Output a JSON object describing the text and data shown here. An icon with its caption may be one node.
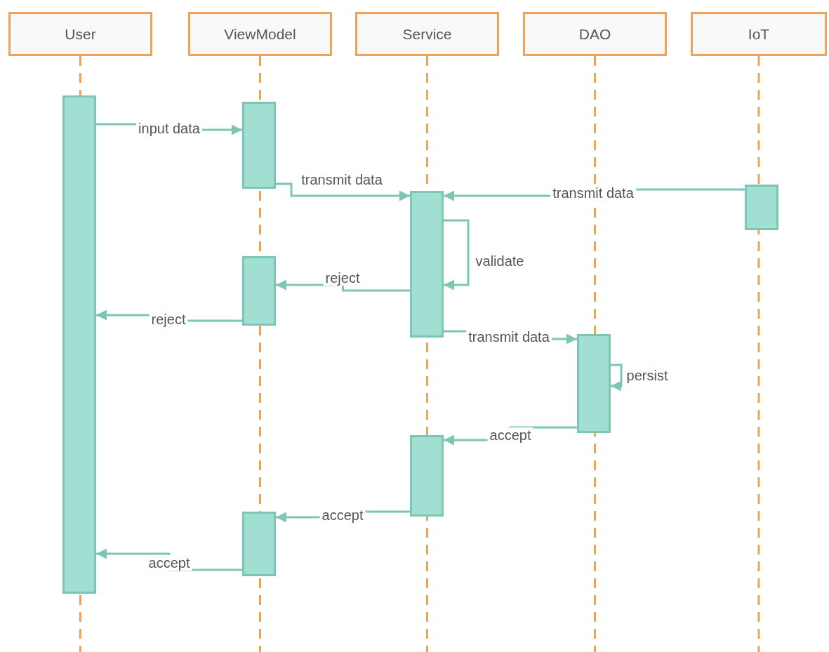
{
  "diagram": {
    "nodes": [
      {
        "text": [
          "User"
        ]
      },
      {
        "text": [
          "ViewModel"
        ]
      },
      {
        "text": [
          "Service"
        ]
      },
      {
        "text": [
          "DAO"
        ]
      },
      {
        "text": [
          "IoT"
        ]
      },
      {
        "text": [],
        "shape": "bar"
      },
      {
        "text": [],
        "shape": "bar"
      },
      {
        "text": [],
        "shape": "bar"
      },
      {
        "text": [],
        "shape": "bar"
      },
      {
        "text": [],
        "shape": "bar"
      },
      {
        "text": [],
        "shape": "bar"
      },
      {
        "text": [],
        "shape": "bar"
      },
      {
        "text": [],
        "shape": "bar"
      }
    ],
    "edges": [
      {
        "from": 5,
        "to": 6,
        "arrow": "to",
        "label": "input data"
      },
      {
        "from": 6,
        "to": 9,
        "arrow": "to",
        "label": "transmit data"
      },
      {
        "from": 12,
        "to": 9,
        "arrow": "to",
        "label": "transmit data"
      },
      {
        "from": 9,
        "to": 9,
        "arrow": "to",
        "label": "validate"
      },
      {
        "from": 9,
        "to": 7,
        "arrow": "to",
        "label": "reject"
      },
      {
        "from": 7,
        "to": 5,
        "arrow": "to",
        "label": "reject"
      },
      {
        "from": 9,
        "to": 11,
        "arrow": "to",
        "label": "transmit data"
      },
      {
        "from": 11,
        "to": 11,
        "arrow": "to",
        "label": "persist"
      },
      {
        "from": 11,
        "to": 10,
        "arrow": "to",
        "label": "accept"
      },
      {
        "from": 10,
        "to": 8,
        "arrow": "to",
        "label": "accept"
      },
      {
        "from": 8,
        "to": 5,
        "arrow": "to",
        "label": "accept"
      }
    ]
  }
}
